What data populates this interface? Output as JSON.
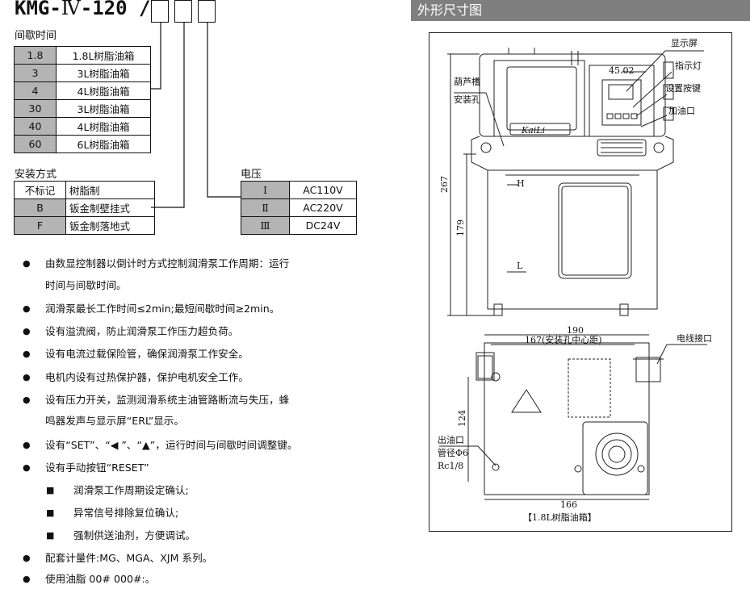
{
  "model_code": {
    "prefix": "KMG-",
    "roman": "Ⅳ",
    "suffix": "-120 /"
  },
  "interval_section": {
    "title": "间歇时间",
    "rows": [
      {
        "code": "1.8",
        "desc": "1.8L树脂油箱"
      },
      {
        "code": "3",
        "desc": "3L树脂油箱"
      },
      {
        "code": "4",
        "desc": "4L树脂油箱"
      },
      {
        "code": "30",
        "desc": "3L树脂油箱"
      },
      {
        "code": "40",
        "desc": "4L树脂油箱"
      },
      {
        "code": "60",
        "desc": "6L树脂油箱"
      }
    ]
  },
  "install_section": {
    "title": "安装方式",
    "rows": [
      {
        "code": "不标记",
        "desc": "树脂制"
      },
      {
        "code": "B",
        "desc": "钣金制壁挂式"
      },
      {
        "code": "F",
        "desc": "钣金制落地式"
      }
    ]
  },
  "voltage_section": {
    "title": "电压",
    "rows": [
      {
        "code": "Ⅰ",
        "desc": "AC110V"
      },
      {
        "code": "Ⅱ",
        "desc": "AC220V"
      },
      {
        "code": "Ⅲ",
        "desc": "DC24V"
      }
    ]
  },
  "features": {
    "bullet_glyph": "●",
    "square_glyph": "■",
    "b1_line1": "由数显控制器以倒计时方式控制润滑泵工作周期：运行",
    "b1_line2": "时间与间歇时间。",
    "b2": "润滑泵最长工作时间≤2min;最短间歇时间≥2min。",
    "b3": "设有溢流阀，防止润滑泵工作压力超负荷。",
    "b4": "设有电流过载保险管，确保润滑泵工作安全。",
    "b5": "电机内设有过热保护器，保护电机安全工作。",
    "b6_line1": "设有压力开关，监测润滑系统主油管路断流与失压，蜂",
    "b6_line2": "鸣器发声与显示屏“ERL”显示。",
    "b7": "设有“SET”、“◀ ”、“▲”，运行时间与间歇时间调整键。",
    "b8": "设有手动按钮“RESET”",
    "sub1": "润滑泵工作周期设定确认;",
    "sub2": "异常信号排除复位确认;",
    "sub3": "强制供送油剂，方便调试。",
    "b9": "配套计量件:MG、MGA、XJM 系列。",
    "b10": "使用油脂 00# 000#:。"
  },
  "drawing": {
    "header": "外形尺寸图",
    "labels": {
      "display": "显示屏",
      "indicator": "指示灯",
      "setting_key": "设置按键",
      "oil_fill": "加油口",
      "gourd_slot_line1": "葫芦槽",
      "gourd_slot_line2": "安装孔",
      "power_port": "电线接口",
      "outlet_line1": "出油口",
      "outlet_line2": "管径Φ6",
      "outlet_line3": "Rc1/8",
      "brand": "KaiLi",
      "level_high": "H",
      "level_low": "L"
    },
    "dims": {
      "d45": "45.02",
      "d267": "267",
      "d179": "179",
      "d190": "190",
      "d167": "167(安装孔中心距)",
      "d124": "124",
      "d166": "166"
    },
    "caption": "【1.8L树脂油箱】"
  }
}
